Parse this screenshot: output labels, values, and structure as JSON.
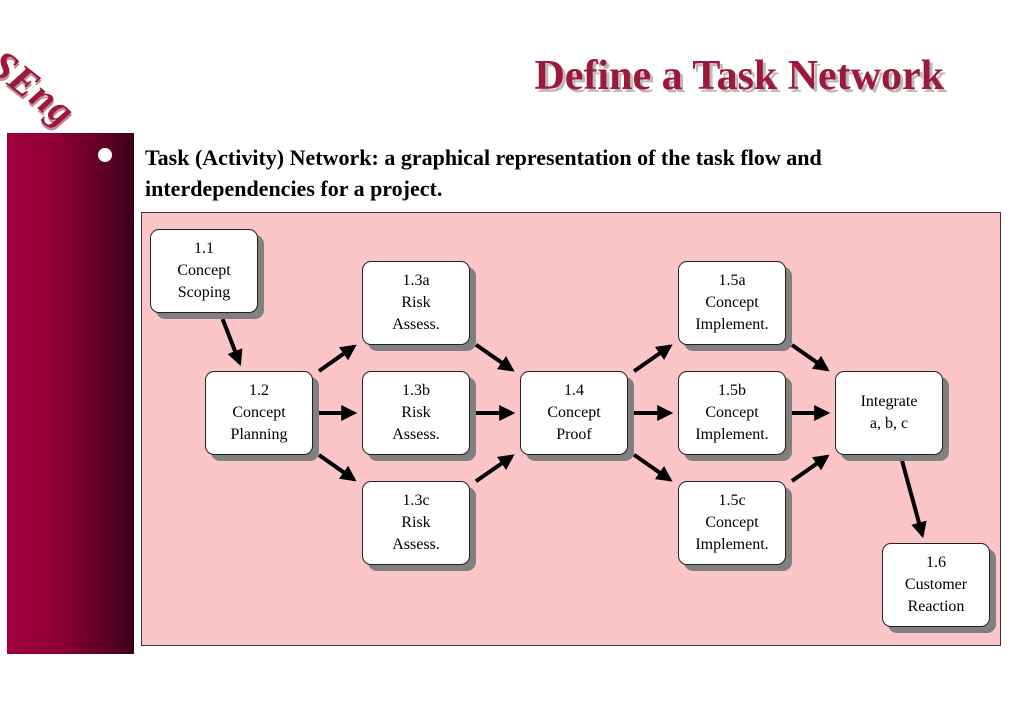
{
  "logo": {
    "text": "SEng"
  },
  "header": {
    "title": "Define a Task Network"
  },
  "content": {
    "intro": "Task (Activity) Network: a graphical representation of the task flow and interdependencies for a project."
  },
  "network": {
    "nodes": [
      {
        "id": "n11",
        "label": "1.1\nConcept\nScoping"
      },
      {
        "id": "n12",
        "label": "1.2\nConcept\nPlanning"
      },
      {
        "id": "n13a",
        "label": "1.3a\nRisk\nAssess."
      },
      {
        "id": "n13b",
        "label": "1.3b\nRisk\nAssess."
      },
      {
        "id": "n13c",
        "label": "1.3c\nRisk\nAssess."
      },
      {
        "id": "n14",
        "label": "1.4\nConcept\nProof"
      },
      {
        "id": "n15a",
        "label": "1.5a\nConcept\nImplement."
      },
      {
        "id": "n15b",
        "label": "1.5b\nConcept\nImplement."
      },
      {
        "id": "n15c",
        "label": "1.5c\nConcept\nImplement."
      },
      {
        "id": "nint",
        "label": "Integrate\na, b, c"
      },
      {
        "id": "n16",
        "label": "1.6\nCustomer\nReaction"
      }
    ],
    "edges": [
      [
        "n11",
        "n12"
      ],
      [
        "n12",
        "n13a"
      ],
      [
        "n12",
        "n13b"
      ],
      [
        "n12",
        "n13c"
      ],
      [
        "n13a",
        "n14"
      ],
      [
        "n13b",
        "n14"
      ],
      [
        "n13c",
        "n14"
      ],
      [
        "n14",
        "n15a"
      ],
      [
        "n14",
        "n15b"
      ],
      [
        "n14",
        "n15c"
      ],
      [
        "n15a",
        "nint"
      ],
      [
        "n15b",
        "nint"
      ],
      [
        "n15c",
        "nint"
      ],
      [
        "nint",
        "n16"
      ]
    ]
  }
}
